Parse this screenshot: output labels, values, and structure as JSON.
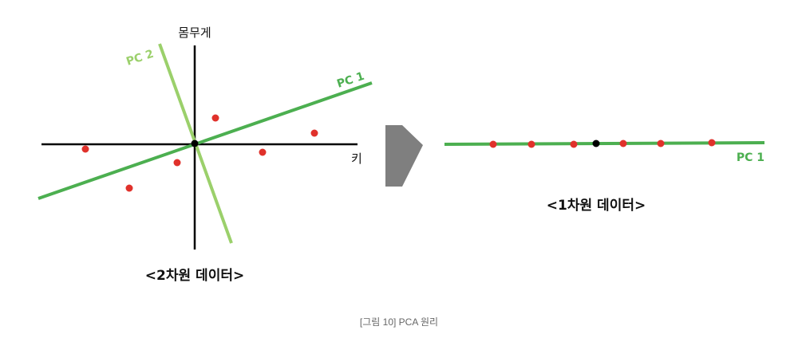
{
  "left_panel": {
    "y_axis_label": "몸무게",
    "x_axis_label": "키",
    "pc1_label": "PC 1",
    "pc2_label": "PC 2",
    "title": "<2차원 데이터>",
    "points_count": 6
  },
  "right_panel": {
    "pc1_label": "PC 1",
    "title": "<1차원 데이터>",
    "points_count": 6
  },
  "caption": "[그림 10] PCA 원리",
  "colors": {
    "pc1": "#4caf50",
    "pc2": "#9bd06b",
    "point": "#e0312b",
    "center": "#000000",
    "axis": "#000000",
    "arrow": "#7f7f7f"
  }
}
